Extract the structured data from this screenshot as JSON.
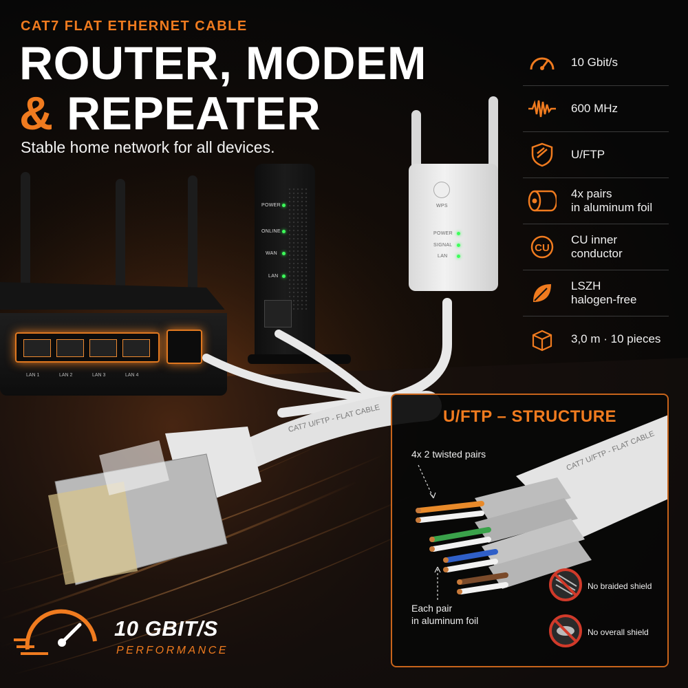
{
  "header": {
    "kicker": "CAT7 FLAT ETHERNET CABLE",
    "title_line1": "ROUTER, MODEM",
    "title_amp": "&",
    "title_line2": "REPEATER",
    "subtitle": "Stable home network for all devices."
  },
  "features": [
    {
      "icon": "speedometer-icon",
      "line1": "10 Gbit/s",
      "line2": ""
    },
    {
      "icon": "frequency-wave-icon",
      "line1": "600 MHz",
      "line2": ""
    },
    {
      "icon": "shield-icon",
      "line1": "U/FTP",
      "line2": ""
    },
    {
      "icon": "foil-pair-icon",
      "line1": "4x pairs",
      "line2": "in aluminum foil"
    },
    {
      "icon": "cu-icon",
      "line1": "CU inner conductor",
      "line2": ""
    },
    {
      "icon": "leaf-icon",
      "line1": "LSZH",
      "line2": "halogen-free"
    },
    {
      "icon": "box-icon",
      "line1": "3,0 m · 10 pieces",
      "line2": ""
    }
  ],
  "modem": {
    "leds": [
      "POWER",
      "ONLINE",
      "WAN",
      "LAN"
    ]
  },
  "repeater": {
    "wps": "WPS",
    "leds": [
      "POWER",
      "SIGNAL",
      "LAN"
    ]
  },
  "router": {
    "ports": [
      "LAN 1",
      "LAN 2",
      "LAN 3",
      "LAN 4"
    ]
  },
  "cable": {
    "print_text": "CAT7 U/FTP - FLAT CABLE"
  },
  "structure": {
    "title": "U/FTP – STRUCTURE",
    "pairs_label": "4x 2 twisted pairs",
    "foil_label_1": "Each pair",
    "foil_label_2": "in aluminum foil",
    "no_braided": "No braided shield",
    "no_overall": "No overall shield"
  },
  "performance": {
    "title": "10 GBIT/S",
    "subtitle": "PERFORMANCE"
  },
  "colors": {
    "accent": "#f07b1f",
    "background": "#0b0b0c",
    "led": "#3cff5a"
  }
}
